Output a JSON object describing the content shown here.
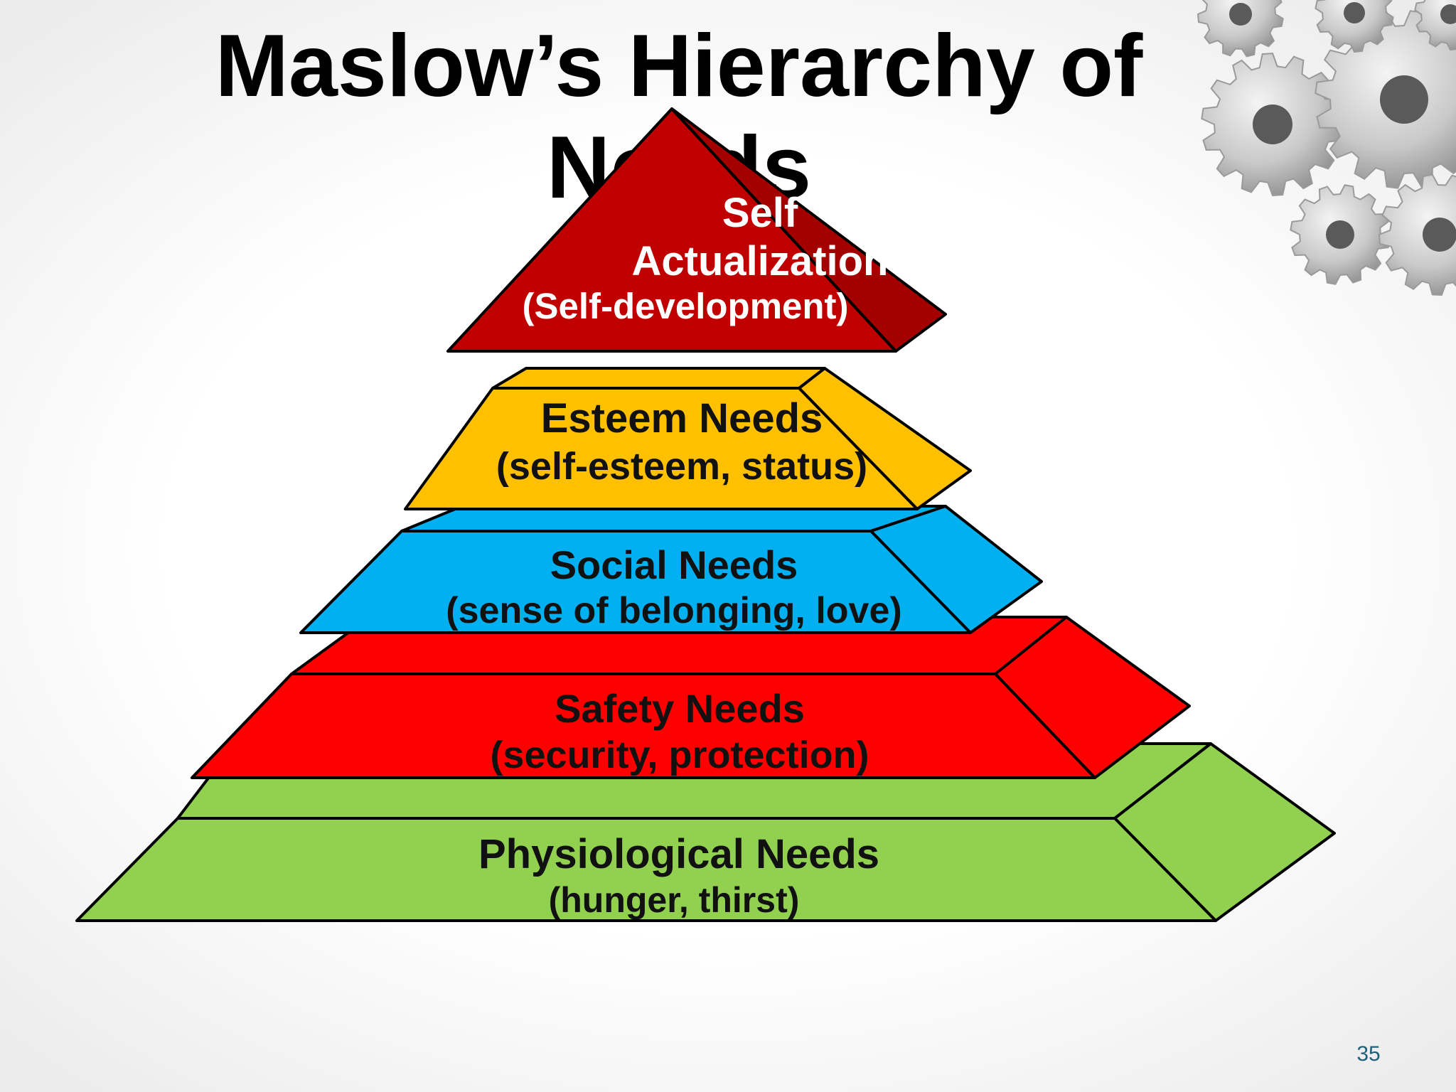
{
  "slide": {
    "title": "Maslow’s Hierarchy of Needs",
    "page_number": "35"
  },
  "decoration": {
    "corner_graphic": "gears-icon"
  },
  "pyramid": {
    "levels": [
      {
        "rank": 5,
        "title": "Self\nActualization",
        "subtitle": "(Self-development)",
        "face_color": "#C00000",
        "side_color": "#A50000",
        "text_color": "#FFFFFF"
      },
      {
        "rank": 4,
        "title": "Esteem Needs",
        "subtitle": "(self-esteem, status)",
        "face_color": "#FFC000",
        "side_color": "#FFC000",
        "text_color": "#111111"
      },
      {
        "rank": 3,
        "title": "Social Needs",
        "subtitle": "(sense of belonging, love)",
        "face_color": "#00B0F0",
        "side_color": "#00B0F0",
        "text_color": "#111111"
      },
      {
        "rank": 2,
        "title": "Safety Needs",
        "subtitle": "(security, protection)",
        "face_color": "#FF0000",
        "side_color": "#FF0000",
        "text_color": "#111111"
      },
      {
        "rank": 1,
        "title": "Physiological Needs",
        "subtitle": "(hunger, thirst)",
        "face_color": "#92D050",
        "side_color": "#92D050",
        "text_color": "#111111"
      }
    ]
  },
  "colors": {
    "outline": "#000000",
    "title_text": "#000000",
    "page_number_text": "#1F5F7A"
  }
}
